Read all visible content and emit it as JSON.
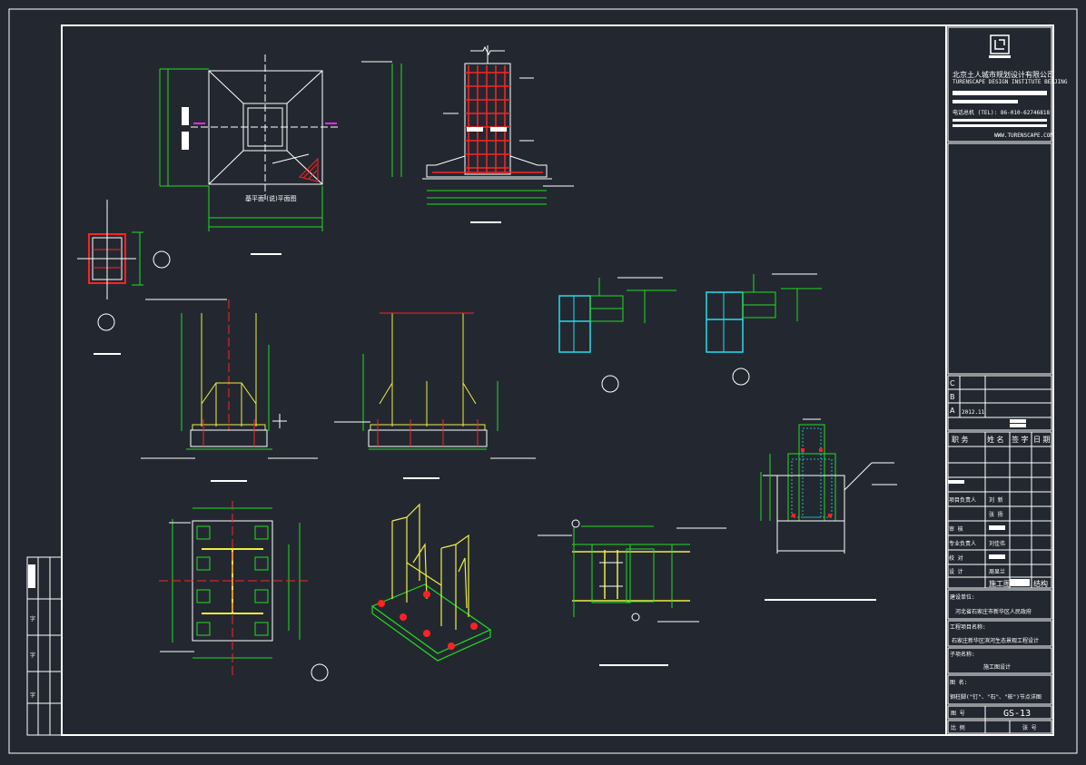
{
  "title_block": {
    "company_cn": "北京土人城市规划设计有限公司",
    "company_en": "TURENSCAPE DESIGN INSTITUTE BEIJING",
    "tel": "电话总机 (TEL): 86-010-62746818",
    "website": "WWW.TURENSCAPE.COM",
    "revisions": [
      {
        "label": "C",
        "note": ""
      },
      {
        "label": "B",
        "note": ""
      },
      {
        "label": "A",
        "note": "2012.11"
      }
    ],
    "sign_headers": [
      "职 务",
      "姓 名",
      "签 字",
      "日 期"
    ],
    "roles": [
      {
        "role": "项目负责人",
        "name": "刘 新"
      },
      {
        "role": "",
        "name": "张 扬"
      },
      {
        "role": "审 核",
        "name": ""
      },
      {
        "role": "专业负责人",
        "name": "刘佳伟"
      },
      {
        "role": "校 对",
        "name": ""
      },
      {
        "role": "设 计",
        "name": "周显兰"
      }
    ],
    "stage_label": "施工图",
    "discipline": "结构",
    "client_label": "建设单位:",
    "client": "河北省石家庄市新华区人民政府",
    "project_label": "工程项目名称:",
    "project": "石家庄新华区滨河生态景观工程设计",
    "subproject_label": "子项名称:",
    "subproject": "施工图设计",
    "drawing_name_label": "图 名:",
    "drawing_name": "钢柱脚(\"钉\"、\"石\"、\"桩\")节点详图",
    "drawing_no_label": "图 号",
    "drawing_no": "GS-13",
    "scale_label": "比 例",
    "sheet_label": "张 号"
  },
  "left_strip": [
    "字",
    "字",
    "字"
  ],
  "drawing_labels": {
    "plan_view": "基平面 (说)平面图"
  },
  "colors": {
    "background": "#232830",
    "frame": "#ffffff",
    "green": "#22dd22",
    "yellow": "#eeee44",
    "red": "#ff2222",
    "cyan": "#22ddee",
    "magenta": "#ff22ff"
  }
}
